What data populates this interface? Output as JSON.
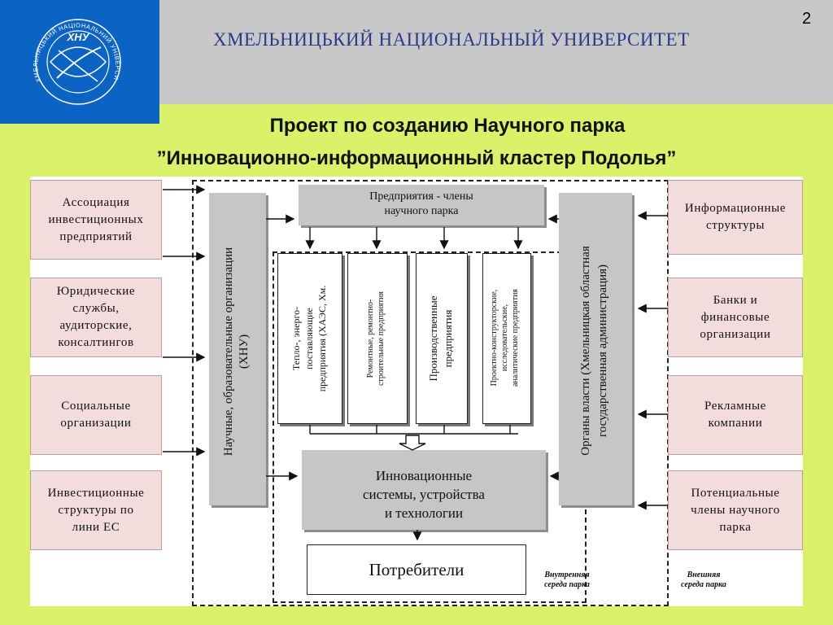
{
  "header": {
    "logo_text": "ХНУ",
    "logo_ring_text": "ХМЕЛЬНИЦЬКИЙ НАЦІОНАЛЬНИЙ УНІВЕРСИТЕТ",
    "university_name": "ХМЕЛЬНИЦЬКИЙ НАЦИОНАЛЬНЫЙ УНИВЕРСИТЕТ",
    "page_number": "2"
  },
  "title": {
    "line1": "Проект по созданию Научного парка",
    "line2": "”Инновационно-информационный кластер Подолья”"
  },
  "diagram": {
    "left_boxes": [
      "Ассоциация\nинвестиционных\nпредприятий",
      "Юридические\nслужбы,\nаудиторские,\nконсалтингов",
      "Социальные\nорганизации",
      "Инвестиционные\nструктуры по\nлини ЕС"
    ],
    "right_boxes": [
      "Информационные\nструктуры",
      "Банки и\nфинансовые\nорганизации",
      "Рекламные\nкомпании",
      "Потенциальные\nчлены научного\nпарка"
    ],
    "left_column": "Научные, образовательные организации\n(ХНУ)",
    "right_column": "Органы власти (Хмельницкая областная\nгосударственная администрация)",
    "top_box": "Предприятия - члены\nнаучного парка",
    "sub_boxes": [
      "Тепло-, энерго-\nпоставляющие\nпредприятия (ХАЭС, Хм.",
      "Ремонтные, ремонтно-\nстроительные предприятия",
      "Производственные\nпредприятия",
      "Проектно-конструкторские,\nисследовательские,\nаналитические предприятия"
    ],
    "innov_box": "Инновационные\nсистемы, устройства\nи технологии",
    "consumers_box": "Потребители",
    "inner_label": "Внутренняя\nсереда парка",
    "outer_label": "Внешняя\nсереда парка"
  },
  "colors": {
    "background": "#d9f26a",
    "header_band": "#c8c8c8",
    "logo_blue": "#0b63c4",
    "side_box_fill": "#f3dcdc",
    "block_gray": "#c6c6c6"
  }
}
